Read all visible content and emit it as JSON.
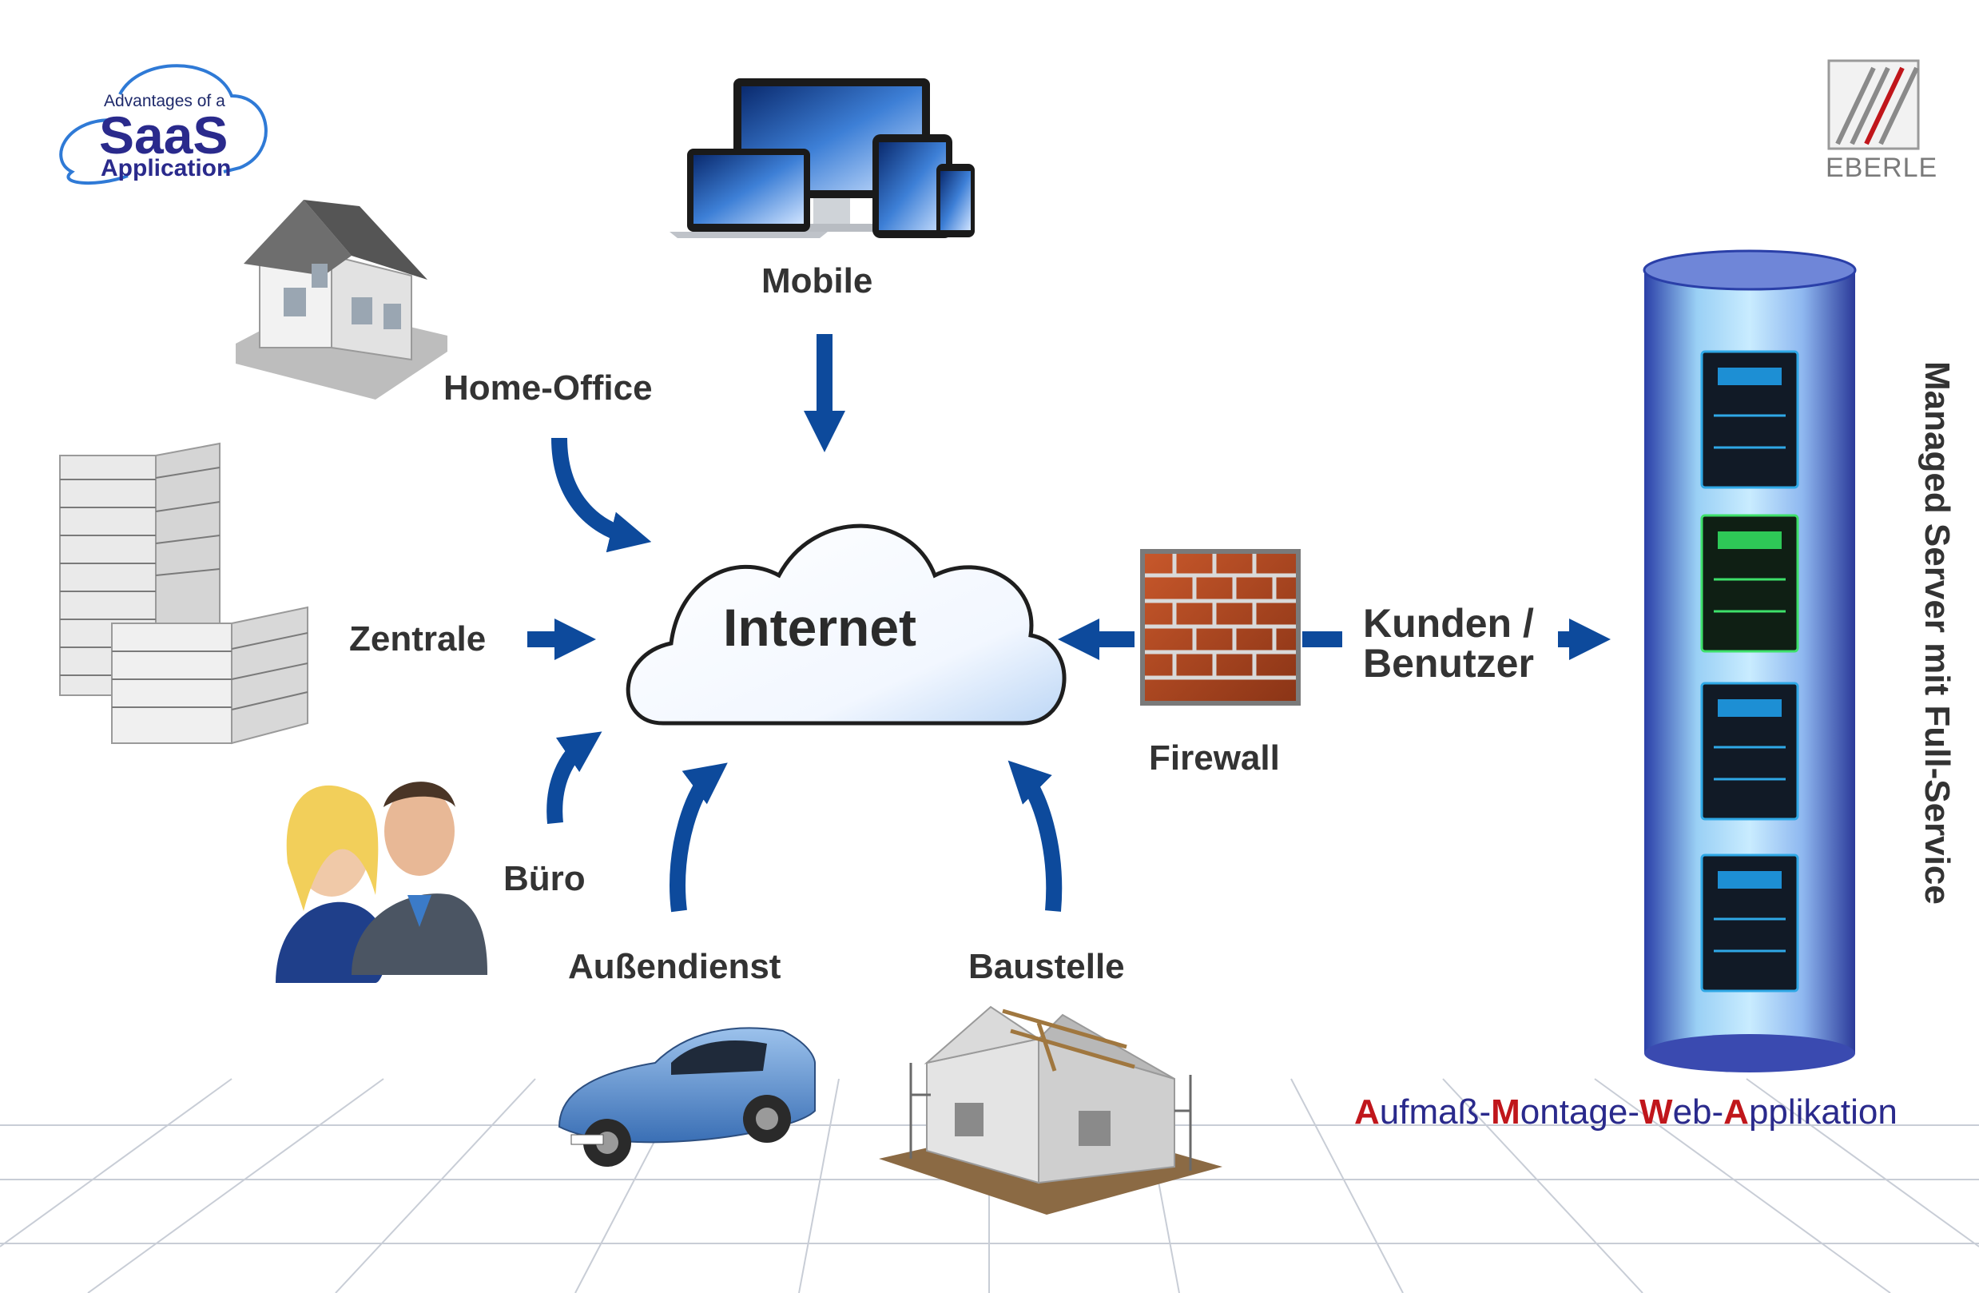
{
  "badge": {
    "top": "Advantages of a",
    "main": "SaaS",
    "bottom": "Application"
  },
  "logo": {
    "text": "EBERLE"
  },
  "center": {
    "label": "Internet"
  },
  "nodes": {
    "mobile": "Mobile",
    "home_office": "Home-Office",
    "zentrale": "Zentrale",
    "buero": "Büro",
    "aussendienst": "Außendienst",
    "baustelle": "Baustelle",
    "firewall": "Firewall",
    "kunden_line1": "Kunden /",
    "kunden_line2": "Benutzer"
  },
  "server_label": "Managed Server mit Full-Service",
  "tagline": {
    "parts": [
      {
        "cap": "A",
        "rest": "ufmaß-"
      },
      {
        "cap": "M",
        "rest": "ontage-"
      },
      {
        "cap": "W",
        "rest": "eb-"
      },
      {
        "cap": "A",
        "rest": "pplikation"
      }
    ]
  },
  "colors": {
    "arrow": "#0d4a9c",
    "label": "#333333",
    "accent_red": "#c0161b",
    "accent_blue": "#2a2a8c"
  }
}
